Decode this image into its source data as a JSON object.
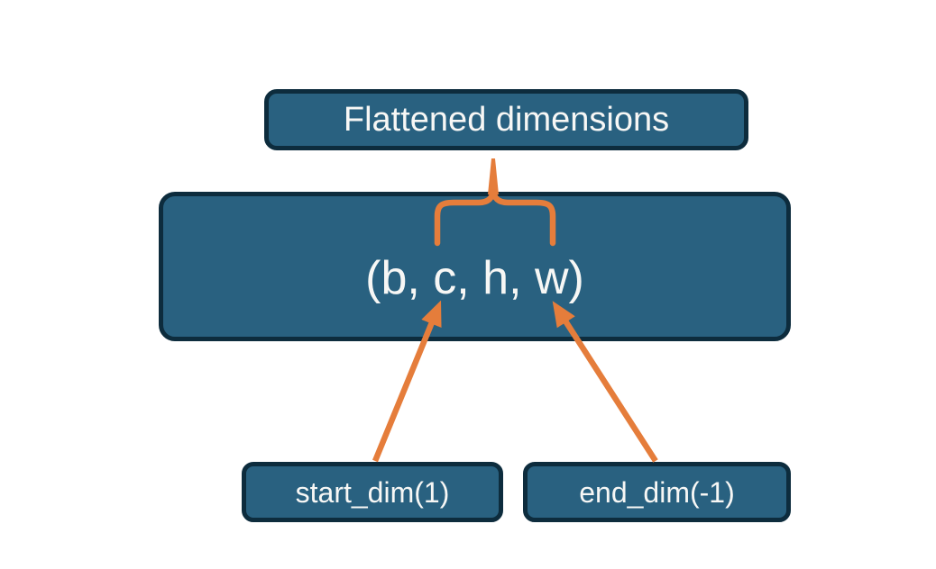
{
  "diagram": {
    "top_box": {
      "label": "Flattened dimensions"
    },
    "main_box": {
      "label": "(b, c, h, w)"
    },
    "start_box": {
      "label": "start_dim(1)"
    },
    "end_box": {
      "label": "end_dim(-1)"
    },
    "icons": {
      "brace": "upward-curly-brace",
      "start_arrow": "diagonal-up-arrow",
      "end_arrow": "diagonal-up-arrow"
    },
    "colors": {
      "box_fill": "#296180",
      "box_border": "#0d2c3d",
      "label_text": "#f7f7f5",
      "connector_orange": "#e57d3b",
      "background": "#ffffff"
    }
  }
}
